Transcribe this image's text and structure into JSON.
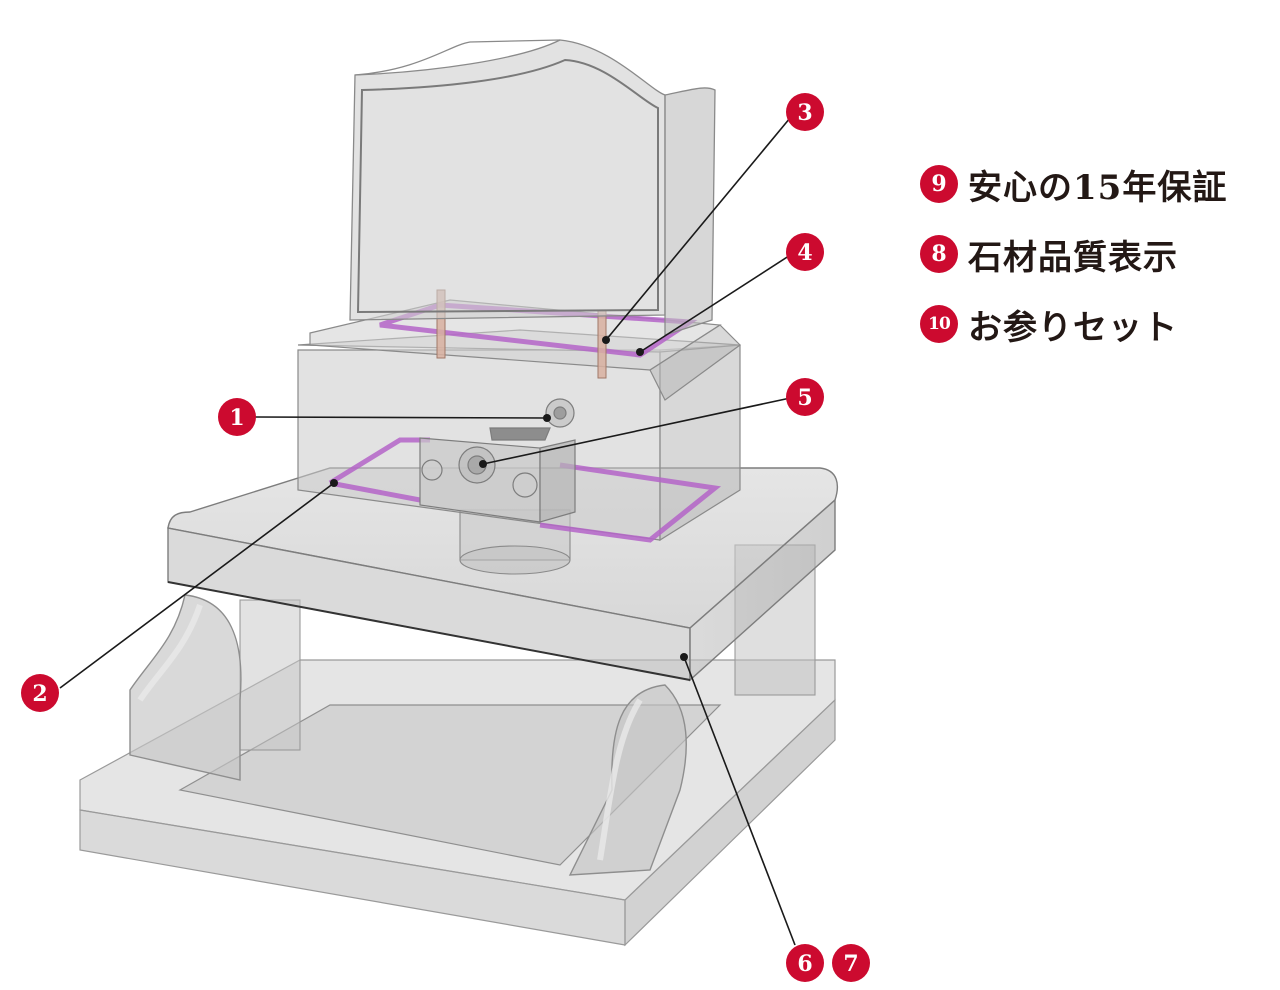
{
  "accent_color": "#cc0a2f",
  "stone_color": "#c9c9c9",
  "highlight_color": "#b464c8",
  "callouts": [
    {
      "id": "callout-1",
      "label": "1"
    },
    {
      "id": "callout-2",
      "label": "2"
    },
    {
      "id": "callout-3",
      "label": "3"
    },
    {
      "id": "callout-4",
      "label": "4"
    },
    {
      "id": "callout-5",
      "label": "5"
    },
    {
      "id": "callout-6",
      "label": "6"
    },
    {
      "id": "callout-7",
      "label": "7"
    }
  ],
  "legend": [
    {
      "badge": "9",
      "label": "安心の15年保証"
    },
    {
      "badge": "8",
      "label": "石材品質表示"
    },
    {
      "badge": "10",
      "label": "お参りセット"
    }
  ]
}
